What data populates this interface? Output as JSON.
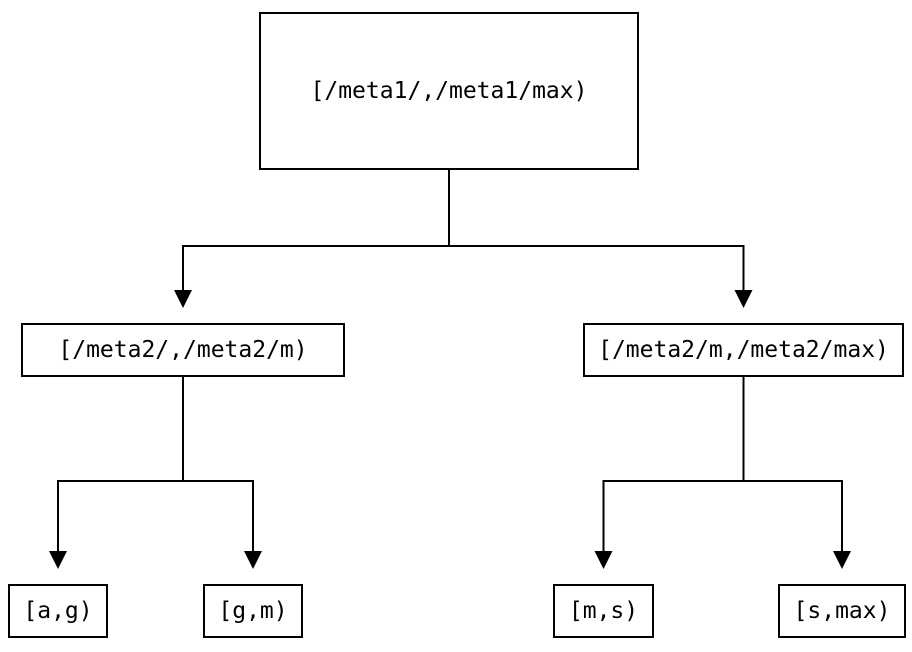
{
  "diagram": {
    "type": "tree",
    "colors": {
      "line": "#000000",
      "box_border": "#000000",
      "background": "#ffffff",
      "text": "#000000"
    },
    "tree": {
      "root": {
        "label": "[/meta1/,/meta1/max)",
        "children": [
          {
            "label": "[/meta2/,/meta2/m)",
            "children": [
              {
                "label": "[a,g)"
              },
              {
                "label": "[g,m)"
              }
            ]
          },
          {
            "label": "[/meta2/m,/meta2/max)",
            "children": [
              {
                "label": "[m,s)"
              },
              {
                "label": "[s,max)"
              }
            ]
          }
        ]
      }
    }
  }
}
